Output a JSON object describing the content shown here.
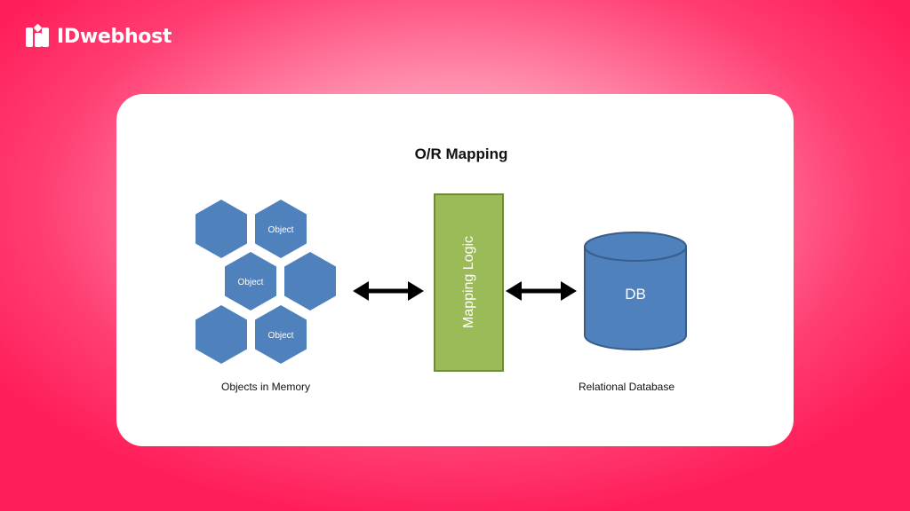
{
  "brand": {
    "name": "IDwebhost",
    "logo_icon": "idwebhost-logo-icon"
  },
  "diagram": {
    "title": "O/R Mapping",
    "objects": {
      "hex_labels": [
        "",
        "Object",
        "Object",
        "",
        "",
        "Object"
      ],
      "caption": "Objects in Memory"
    },
    "mapping": {
      "label": "Mapping Logic"
    },
    "database": {
      "label": "DB",
      "caption": "Relational Database"
    },
    "arrows": [
      "double-headed-arrow",
      "double-headed-arrow"
    ],
    "colors": {
      "hex_fill": "#4f81bd",
      "hex_text": "#ffffff",
      "mapping_fill": "#9bbb59",
      "mapping_border": "#71893f",
      "db_fill": "#4f81bd",
      "db_stroke": "#385d8a",
      "arrow": "#000000"
    }
  }
}
